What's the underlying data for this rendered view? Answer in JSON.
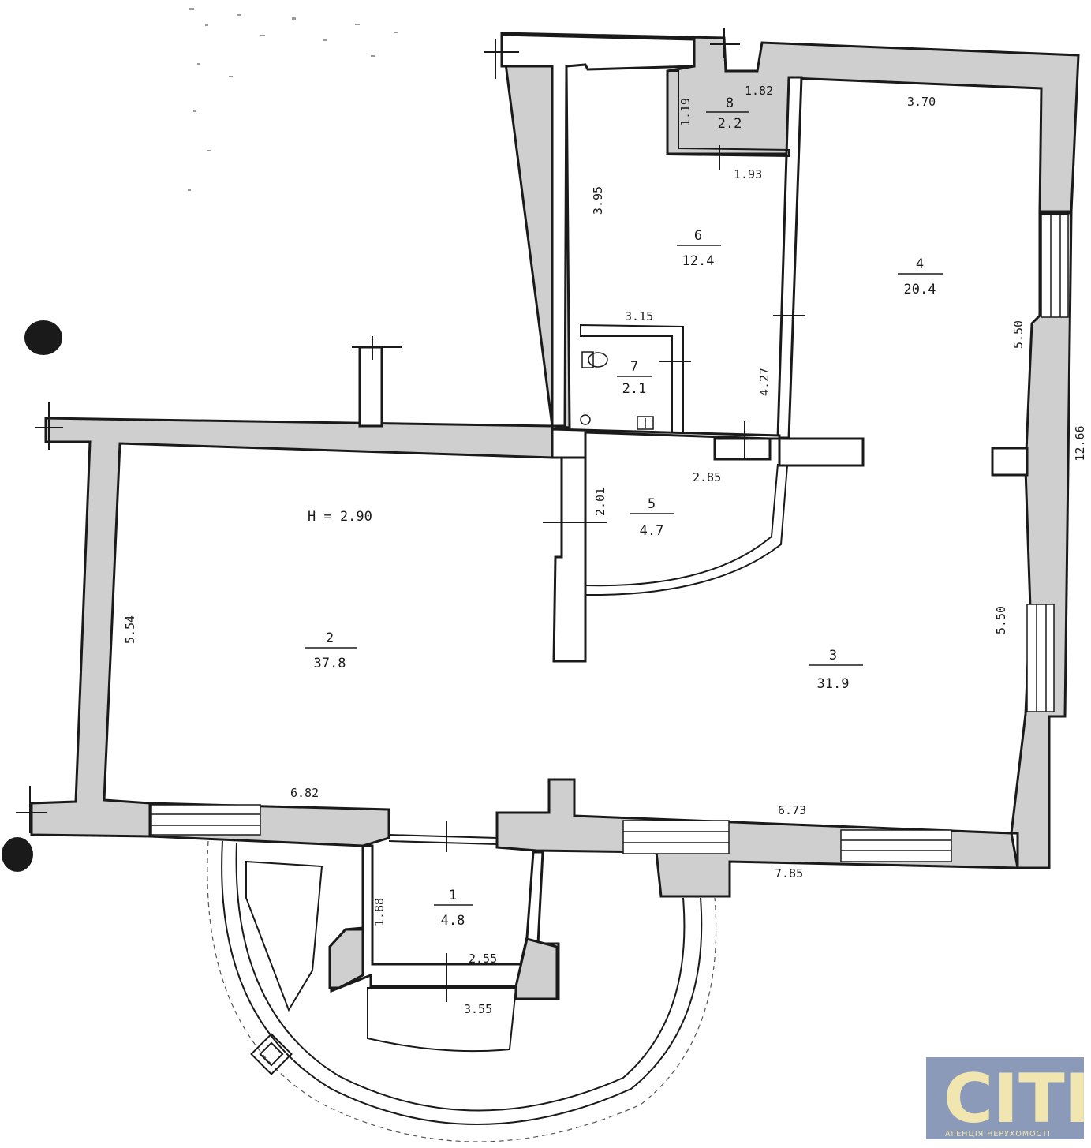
{
  "height_label": "H = 2.90",
  "rooms": [
    {
      "number": "1",
      "area": "4.8"
    },
    {
      "number": "2",
      "area": "37.8"
    },
    {
      "number": "3",
      "area": "31.9"
    },
    {
      "number": "4",
      "area": "20.4"
    },
    {
      "number": "5",
      "area": "4.7"
    },
    {
      "number": "6",
      "area": "12.4"
    },
    {
      "number": "7",
      "area": "2.1"
    },
    {
      "number": "8",
      "area": "2.2"
    }
  ],
  "dimensions": {
    "d_182": "1.82",
    "d_119": "1.19",
    "d_193": "1.93",
    "d_370": "3.70",
    "d_395": "3.95",
    "d_315": "3.15",
    "d_427": "4.27",
    "d_550_top": "5.50",
    "d_1266": "12.66",
    "d_285": "2.85",
    "d_201": "2.01",
    "d_554": "5.54",
    "d_550_bottom": "5.50",
    "d_682": "6.82",
    "d_673": "6.73",
    "d_785": "7.85",
    "d_188": "1.88",
    "d_255": "2.55",
    "d_355": "3.55"
  },
  "logo": {
    "brand": "CITI",
    "tagline": "АГЕНЦІЯ НЕРУХОМОСТІ",
    "bg_color": "#8a9ab8",
    "text_color": "#f2e6b0"
  }
}
